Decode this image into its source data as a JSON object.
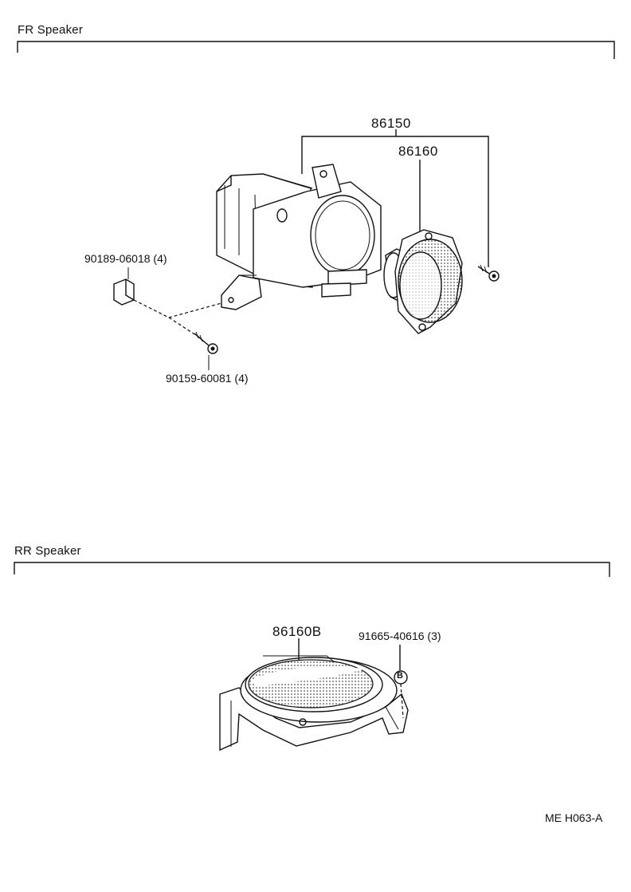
{
  "fr_section": {
    "title": "FR Speaker",
    "labels": {
      "assembly": "86150",
      "speaker": "86160",
      "clip": "90189-06018 (4)",
      "screw": "90159-60081 (4)"
    }
  },
  "rr_section": {
    "title": "RR Speaker",
    "labels": {
      "speaker": "86160B",
      "screw": "91665-40616 (3)",
      "callout_letter": "B"
    }
  },
  "footer": {
    "code": "ME H063-A"
  }
}
